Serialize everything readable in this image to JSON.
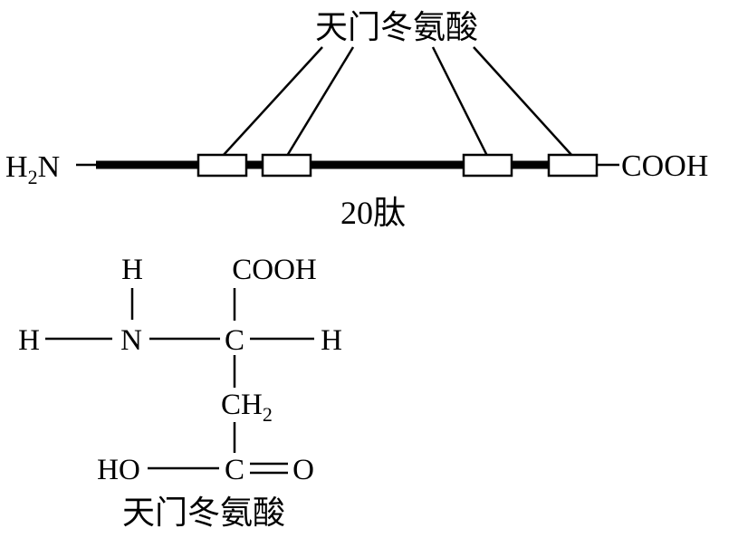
{
  "peptide": {
    "top_label": "天门冬氨酸",
    "left_end": {
      "main": "H",
      "sub": "2",
      "tail": "N"
    },
    "right_end": "COOH",
    "caption": "20肽"
  },
  "structure": {
    "atom_h_top": "H",
    "atom_h_left": "H",
    "atom_n": "N",
    "atom_c_alpha": "C",
    "atom_h_right": "H",
    "atom_cooh": "COOH",
    "atom_ch2_main": "CH",
    "atom_ch2_sub": "2",
    "atom_ho": "HO",
    "atom_c_carbonyl": "C",
    "atom_o": "O",
    "caption": "天门冬氨酸"
  }
}
